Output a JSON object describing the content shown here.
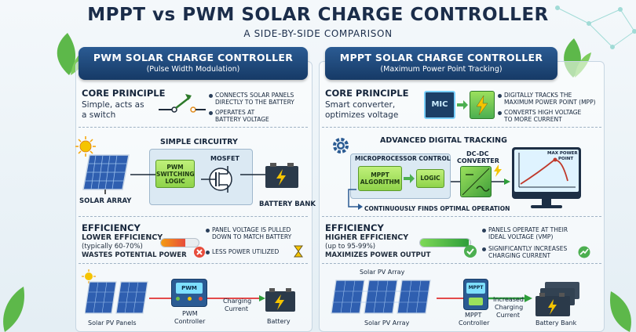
{
  "title": "MPPT vs PWM SOLAR CHARGE CONTROLLER",
  "subtitle": "A SIDE-BY-SIDE COMPARISON",
  "pwm": {
    "header_title": "PWM SOLAR CHARGE CONTROLLER",
    "header_sub": "(Pulse Width Modulation)",
    "core_title": "CORE PRINCIPLE",
    "core_text_1": "Simple, acts as",
    "core_text_2": "a switch",
    "core_note_1a": "CONNECTS SOLAR PANELS",
    "core_note_1b": "DIRECTLY TO THE BATTERY",
    "core_note_2a": "OPERATES AT",
    "core_note_2b": "BATTERY VOLTAGE",
    "circuit_title": "SIMPLE CIRCUITRY",
    "logic_1": "PWM",
    "logic_2": "SWITCHING",
    "logic_3": "LOGIC",
    "mosfet": "MOSFET",
    "solar_array": "SOLAR ARRAY",
    "battery_bank": "BATTERY BANK",
    "eff_title": "EFFICIENCY",
    "eff_line1": "LOWER EFFICIENCY",
    "eff_line2": "(typically 60-70%)",
    "eff_line3": "WASTES POTENTIAL POWER",
    "eff_note_1a": "PANEL VOLTAGE IS PULLED",
    "eff_note_1b": "DOWN TO MATCH BATTERY",
    "eff_note_2": "LESS POWER UTILIZED",
    "bottom_panels": "Solar PV Panels",
    "bottom_ctrl_1": "PWM",
    "bottom_ctrl_2": "Controller",
    "bottom_current_1": "Charging",
    "bottom_current_2": "Current",
    "bottom_battery": "Battery",
    "ctrl_screen": "PWM"
  },
  "mppt": {
    "header_title": "MPPT SOLAR CHARGE CONTROLLER",
    "header_sub": "(Maximum Power Point Tracking)",
    "core_title": "CORE PRINCIPLE",
    "core_text_1": "Smart converter,",
    "core_text_2": "optimizes voltage",
    "mic_chip": "MIC",
    "core_note_1a": "DIGITALLY TRACKS THE",
    "core_note_1b": "MAXIMUM POWER POINT (MPP)",
    "core_note_2a": "CONVERTS HIGH VOLTAGE",
    "core_note_2b": "TO MORE CURRENT",
    "tracking_title": "ADVANCED DIGITAL TRACKING",
    "micro_ctrl": "MICROPROCESSOR CONTROL",
    "algo_1": "MPPT",
    "algo_2": "ALGORITHM",
    "logic": "LOGIC",
    "dcdc_1": "DC-DC",
    "dcdc_2": "CONVERTER",
    "max_power_1": "MAX POWER",
    "max_power_2": "POINT",
    "continuous": "CONTINUOUSLY FINDS OPTIMAL OPERATION",
    "eff_title": "EFFICIENCY",
    "eff_line1": "HIGHER EFFICIENCY",
    "eff_line2": "(up to 95-99%)",
    "eff_line3": "MAXIMIZES POWER OUTPUT",
    "eff_note_1a": "PANELS OPERATE AT THEIR",
    "eff_note_1b": "IDEAL VOLTAGE (Vmp)",
    "eff_note_2a": "SIGNIFICANTLY INCREASES",
    "eff_note_2b": "CHARGING CURRENT",
    "array_top": "Solar PV Array",
    "array_bottom": "Solar PV Array",
    "bottom_ctrl_1": "MPPT",
    "bottom_ctrl_2": "Controller",
    "bottom_current_1": "Increased",
    "bottom_current_2": "Charging",
    "bottom_current_3": "Current",
    "bottom_battery": "Battery Bank",
    "ctrl_screen": "MPPT"
  },
  "colors": {
    "header": "#1f4a7c",
    "green": "#8fd34a",
    "panel_blue": "#2f5fb0",
    "battery": "#2b3a4a",
    "accent_yellow": "#f5c400"
  }
}
